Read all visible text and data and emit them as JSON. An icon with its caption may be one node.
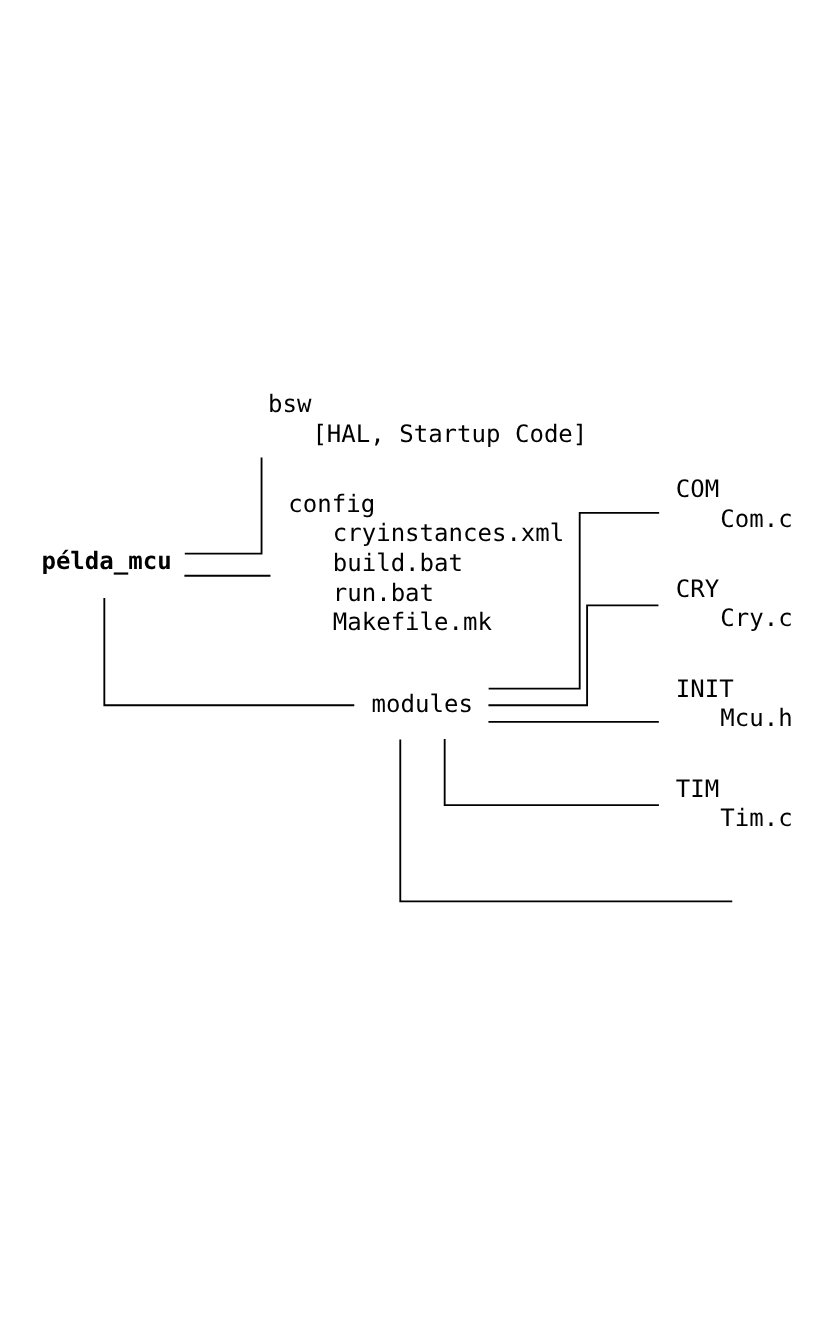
{
  "diagram": {
    "nodes": [
      {
        "text": [
          "példa_mcu"
        ]
      },
      {
        "text": [
          "bsw"
        ],
        "beside": [
          "[HAL, Startup Code]"
        ]
      },
      {
        "text": [
          "config"
        ],
        "beside": [
          "cryinstances.xml",
          "build.bat",
          "run.bat",
          "Makefile.mk"
        ]
      },
      {
        "text": [
          "modules"
        ]
      },
      {
        "text": [
          "COM"
        ],
        "beside": [
          "Com.c"
        ]
      },
      {
        "text": [
          "CRY"
        ],
        "beside": [
          "Cry.c"
        ]
      },
      {
        "text": [
          "INIT"
        ],
        "beside": [
          "Mcu.h"
        ]
      },
      {
        "text": [
          "TIM"
        ],
        "beside": [
          "Tim.c"
        ]
      }
    ],
    "edges": [
      {
        "from": 0,
        "to": 1,
        "arrow": "none"
      },
      {
        "from": 0,
        "to": 2,
        "arrow": "none"
      },
      {
        "from": 0,
        "to": 3,
        "arrow": "none"
      },
      {
        "from": 3,
        "to": 4,
        "arrow": "none"
      },
      {
        "from": 3,
        "to": 5,
        "arrow": "none"
      },
      {
        "from": 3,
        "to": 6,
        "arrow": "none"
      },
      {
        "from": 3,
        "to": 7,
        "arrow": "none"
      },
      {
        "from": 3,
        "to": null,
        "arrow": "none"
      }
    ]
  }
}
